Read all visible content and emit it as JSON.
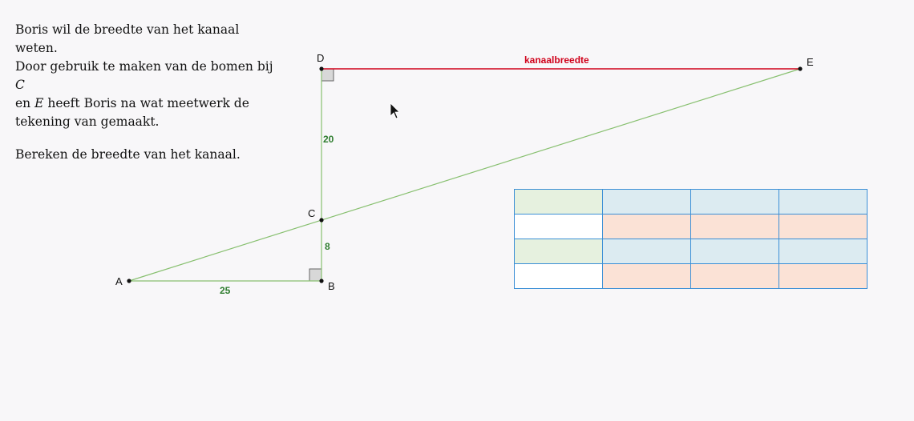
{
  "problem": {
    "line1": "Boris wil de breedte van het kanaal weten.",
    "line2_prefix": "Door gebruik te maken van de bomen bij ",
    "point_c": "C",
    "line3_prefix": "en ",
    "point_e": "E",
    "line3_suffix": " heeft Boris na wat meetwerk de",
    "line4": "tekening van gemaakt.",
    "question": "Bereken de breedte van het kanaal."
  },
  "diagram": {
    "points": {
      "A": "A",
      "B": "B",
      "C": "C",
      "D": "D",
      "E": "E"
    },
    "lengths": {
      "AB": "25",
      "BC": "8",
      "CD": "20",
      "DE": "kanaalbreedte"
    },
    "colors": {
      "green_lines": "#88c070",
      "red_line": "#d0021b",
      "right_angle_fill": "#d8d8d8"
    }
  },
  "table": {
    "rows": [
      [
        "green",
        "blue",
        "blue",
        "blue"
      ],
      [
        "white",
        "peach",
        "peach",
        "peach"
      ],
      [
        "green",
        "blue",
        "blue",
        "blue"
      ],
      [
        "white",
        "peach",
        "peach",
        "peach"
      ]
    ],
    "colors": {
      "green": "#e6f1df",
      "blue": "#dcebf1",
      "white": "#ffffff",
      "peach": "#fbe2d6",
      "border": "#3b8fd6"
    }
  }
}
